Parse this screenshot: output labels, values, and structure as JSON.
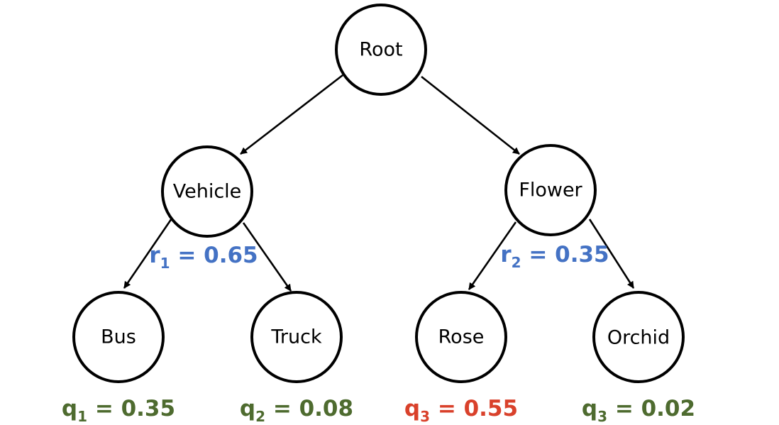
{
  "nodes": {
    "root": "Root",
    "vehicle": "Vehicle",
    "flower": "Flower",
    "bus": "Bus",
    "truck": "Truck",
    "rose": "Rose",
    "orchid": "Orchid"
  },
  "branch_probs": {
    "r1": {
      "var": "r",
      "sub": "1",
      "rest": " = 0.65"
    },
    "r2": {
      "var": "r",
      "sub": "2",
      "rest": " = 0.35"
    }
  },
  "leaf_probs": {
    "bus": {
      "var": "q",
      "sub": "1",
      "rest": " = 0.35"
    },
    "truck": {
      "var": "q",
      "sub": "2",
      "rest": " = 0.08"
    },
    "rose": {
      "var": "q",
      "sub": "3",
      "rest": " = 0.55"
    },
    "orchid": {
      "var": "q",
      "sub": "3",
      "rest": " = 0.02"
    }
  },
  "colors": {
    "branch_prob": "#4472C4",
    "leaf_prob": "#4E6B2F",
    "highlight": "#D9412B"
  }
}
